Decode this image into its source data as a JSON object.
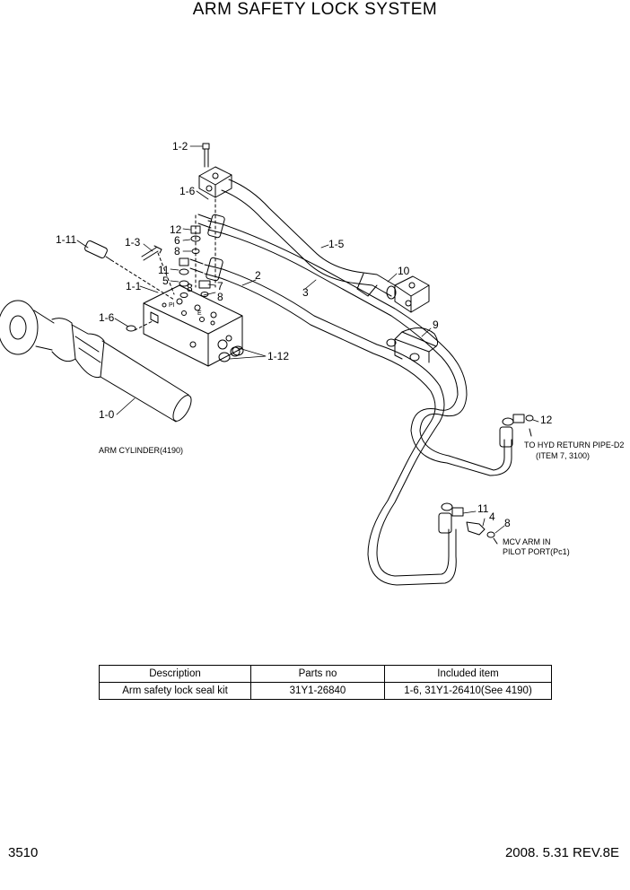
{
  "title": "ARM SAFETY LOCK SYSTEM",
  "callouts": {
    "c1_2": "1-2",
    "c1_6a": "1-6",
    "c1_11": "1-11",
    "c1_3": "1-3",
    "c12a": "12",
    "c6": "6",
    "c8a": "8",
    "c11a": "11",
    "c5": "5",
    "c1_1": "1-1",
    "c8b": "8",
    "c7": "7",
    "c8c": "8",
    "c2": "2",
    "c3": "3",
    "c1_5": "1-5",
    "c10": "10",
    "c9": "9",
    "c1_6b": "1-6",
    "c1_12": "1-12",
    "c1_0": "1-0",
    "c12b": "12",
    "c11b": "11",
    "c4": "4",
    "c8d": "8",
    "port_pi": "PI",
    "port_e": "E"
  },
  "notes": {
    "arm_cylinder": "ARM CYLINDER(4190)",
    "to_hyd_1": "TO HYD RETURN PIPE-D2",
    "to_hyd_2": "(ITEM 7, 3100)",
    "mcv_1": "MCV ARM IN",
    "mcv_2": "PILOT PORT(Pc1)"
  },
  "table": {
    "headers": [
      "Description",
      "Parts no",
      "Included item"
    ],
    "rows": [
      [
        "Arm safety lock seal kit",
        "31Y1-26840",
        "1-6, 31Y1-26410(See 4190)"
      ]
    ]
  },
  "footer": {
    "page": "3510",
    "revision": "2008. 5.31  REV.8E"
  }
}
